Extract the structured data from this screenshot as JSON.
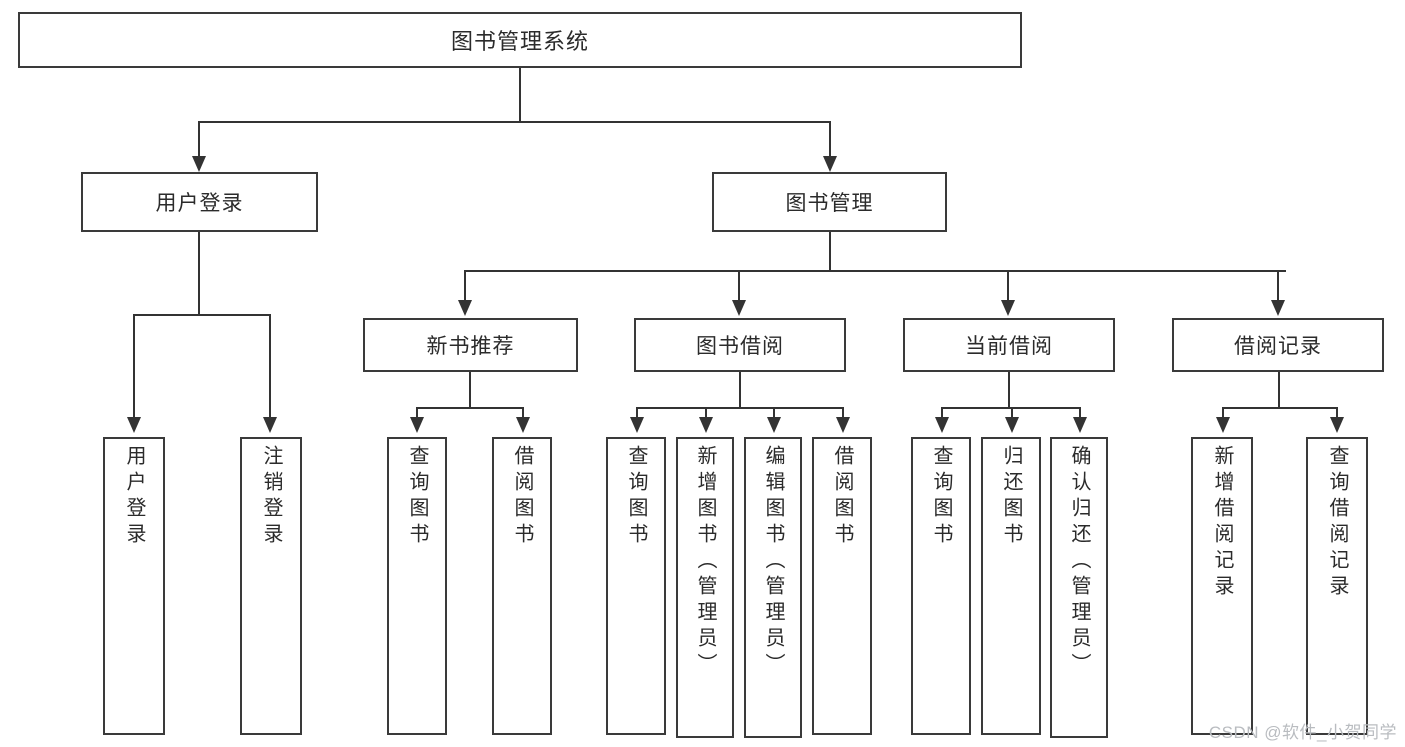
{
  "diagram": {
    "title": "图书管理系统",
    "type": "hierarchy-tree",
    "root": {
      "label": "图书管理系统"
    },
    "level2": [
      {
        "label": "用户登录"
      },
      {
        "label": "图书管理"
      }
    ],
    "level3": [
      {
        "label": "新书推荐"
      },
      {
        "label": "图书借阅"
      },
      {
        "label": "当前借阅"
      },
      {
        "label": "借阅记录"
      }
    ],
    "leaves": {
      "user_login": [
        {
          "label": "用户登录"
        },
        {
          "label": "注销登录"
        }
      ],
      "new_book_recommend": [
        {
          "label": "查询图书"
        },
        {
          "label": "借阅图书"
        }
      ],
      "book_borrow": [
        {
          "label": "查询图书"
        },
        {
          "label": "新增图书（管理员）"
        },
        {
          "label": "编辑图书（管理员）"
        },
        {
          "label": "借阅图书"
        }
      ],
      "current_borrow": [
        {
          "label": "查询图书"
        },
        {
          "label": "归还图书"
        },
        {
          "label": "确认归还（管理员）"
        }
      ],
      "borrow_record": [
        {
          "label": "新增借阅记录"
        },
        {
          "label": "查询借阅记录"
        }
      ]
    }
  },
  "watermark": {
    "text": "CSDN @软件_小贺同学"
  },
  "colors": {
    "box_border": "#3a3a3a",
    "line": "#333333",
    "text": "#2b2b2b",
    "background": "#ffffff",
    "watermark": "#b9bcc0"
  }
}
